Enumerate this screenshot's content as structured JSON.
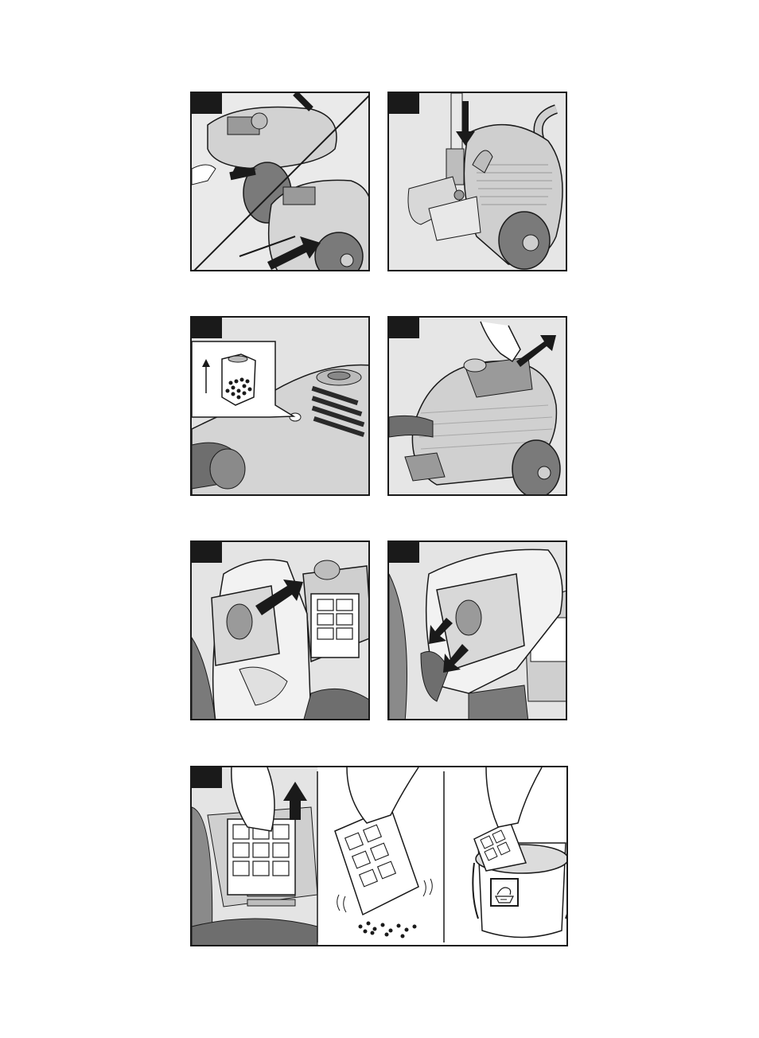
{
  "panels": [
    {
      "id": "remove-accessory",
      "tag": ""
    },
    {
      "id": "park-tube",
      "tag": ""
    },
    {
      "id": "bag-full-indicator",
      "tag": ""
    },
    {
      "id": "open-lid",
      "tag": ""
    },
    {
      "id": "remove-bag",
      "tag": ""
    },
    {
      "id": "insert-bag",
      "tag": ""
    },
    {
      "id": "filter-clean",
      "tag": ""
    }
  ],
  "icons": {
    "arrow": "arrow-icon",
    "bag_indicator": "dust-bag-full-icon",
    "wash": "hand-wash-symbol-icon"
  },
  "colors": {
    "ink": "#1a1a1a",
    "panel_bg": "#e6e6e6",
    "mid_grey": "#b8b8b8",
    "dark_grey": "#6e6e6e"
  }
}
